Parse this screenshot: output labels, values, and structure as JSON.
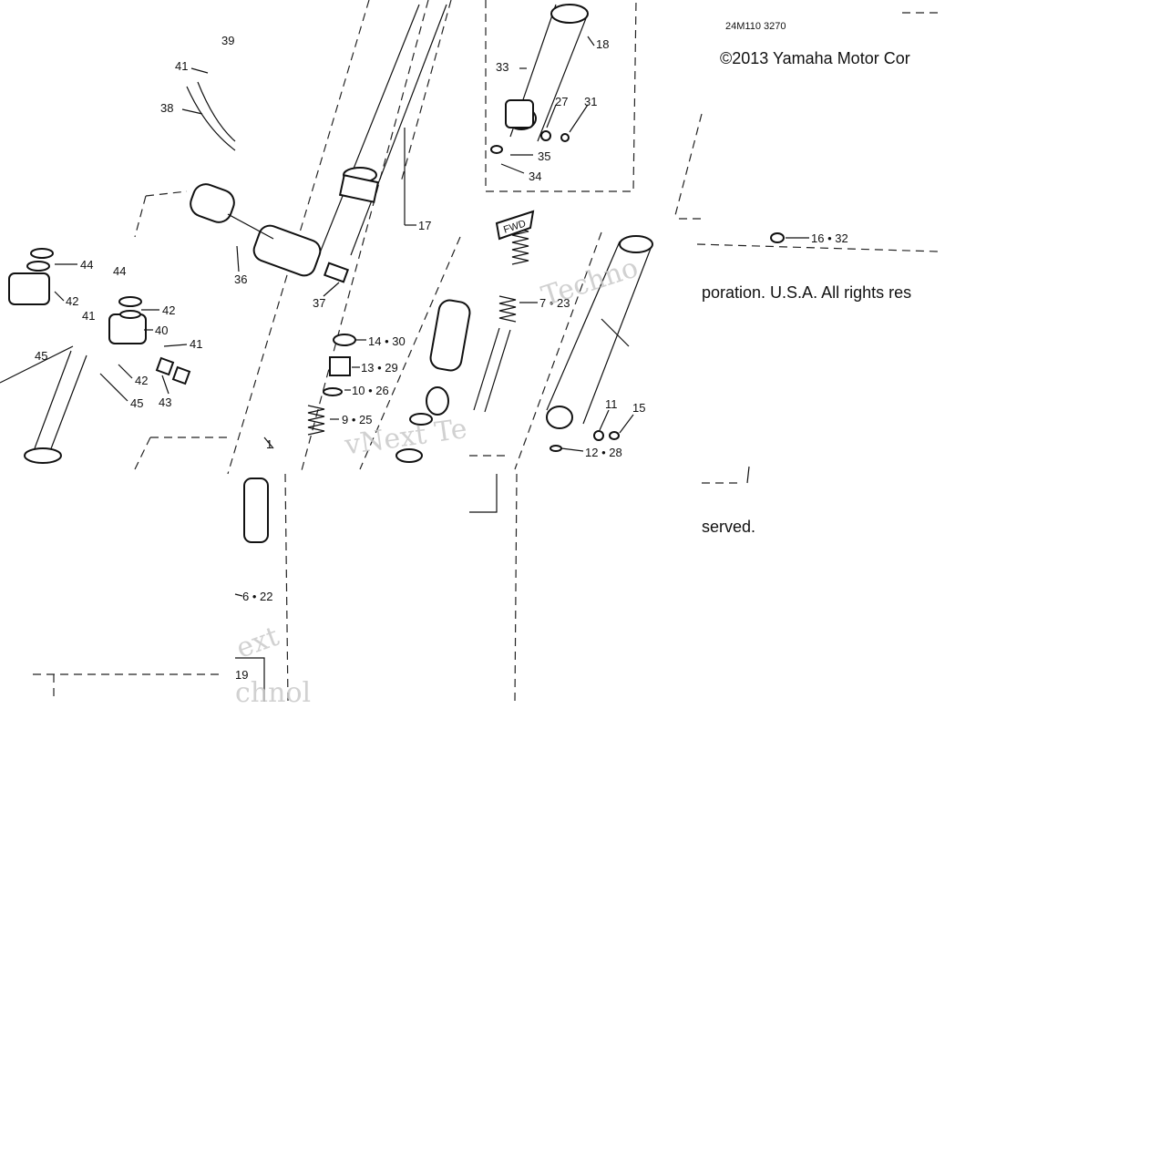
{
  "diagram": {
    "figure_code": "24M110 3270",
    "copyright": "©2013 Yamaha Motor Cor",
    "copyright_cont": "poration. U.S.A. All rights res",
    "copyright_end": "served.",
    "fwd_tag": "FWD",
    "watermarks": [
      "vNext Te",
      "Techno",
      "ext",
      "chnol"
    ],
    "callouts": {
      "c39": "39",
      "c41a": "41",
      "c38": "38",
      "c44a": "44",
      "c44b": "44",
      "c42a": "42",
      "c42b": "42",
      "c42c": "42",
      "c41b": "41",
      "c41c": "41",
      "c40": "40",
      "c45a": "45",
      "c45b": "45",
      "c43": "43",
      "c36": "36",
      "c37": "37",
      "c17": "17",
      "c18": "18",
      "c33": "33",
      "c27": "27",
      "c31": "31",
      "c35": "35",
      "c34": "34",
      "c16_32": "16 • 32",
      "c7_23": "7 • 23",
      "c14_30": "14 • 30",
      "c13_29": "13 • 29",
      "c10_26": "10 • 26",
      "c9_25": "9 • 25",
      "c11": "11",
      "c15": "15",
      "c12_28": "12 • 28",
      "c6_22": "6 • 22",
      "c19": "19",
      "c1": "1"
    }
  }
}
